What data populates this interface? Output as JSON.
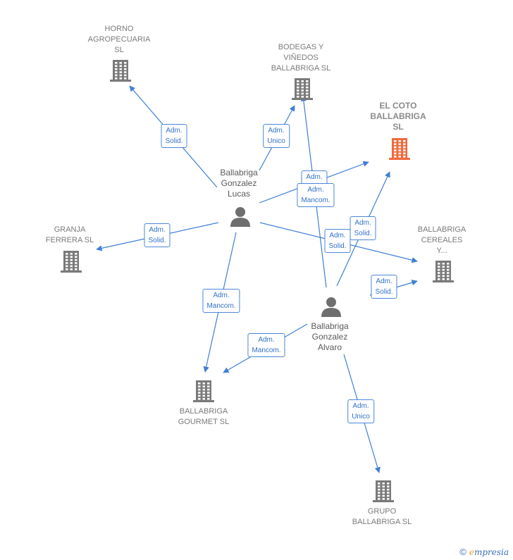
{
  "colors": {
    "edge": "#3f7fd6",
    "building": "#7a7a7a",
    "building_focus": "#f06a3c",
    "person": "#6e6e6e"
  },
  "companies": [
    {
      "id": "horno",
      "lines": [
        "HORNO",
        "AGROPECUARIA",
        "SL"
      ],
      "focus": false
    },
    {
      "id": "bodegas",
      "lines": [
        "BODEGAS Y",
        "VIÑEDOS",
        "BALLABRIGA SL"
      ],
      "focus": false
    },
    {
      "id": "coto",
      "lines": [
        "EL COTO",
        "BALLABRIGA",
        "SL"
      ],
      "focus": true
    },
    {
      "id": "granja",
      "lines": [
        "GRANJA",
        "FERRERA  SL"
      ],
      "focus": false
    },
    {
      "id": "cereales",
      "lines": [
        "BALLABRIGA",
        "CEREALES",
        "Y..."
      ],
      "focus": false
    },
    {
      "id": "gourmet",
      "lines": [
        "BALLABRIGA",
        "GOURMET SL"
      ],
      "focus": false
    },
    {
      "id": "grupo",
      "lines": [
        "GRUPO",
        "BALLABRIGA SL"
      ],
      "focus": false
    }
  ],
  "persons": [
    {
      "id": "lucas",
      "lines": [
        "Ballabriga",
        "Gonzalez",
        "Lucas"
      ]
    },
    {
      "id": "alvaro",
      "lines": [
        "Ballabriga",
        "Gonzalez",
        "Alvaro"
      ]
    }
  ],
  "relations": [
    {
      "from": "lucas",
      "to": "horno",
      "lines": [
        "Adm.",
        "Solid."
      ]
    },
    {
      "from": "lucas",
      "to": "bodegas",
      "lines": [
        "Adm.",
        "Unico"
      ]
    },
    {
      "from": "lucas",
      "to": "coto",
      "lines": [
        "Adm.",
        "Solid."
      ]
    },
    {
      "from": "lucas",
      "to": "granja",
      "lines": [
        "Adm.",
        "Solid."
      ]
    },
    {
      "from": "lucas",
      "to": "cereales",
      "lines": [
        "Adm.",
        "Solid."
      ]
    },
    {
      "from": "lucas",
      "to": "gourmet",
      "lines": [
        "Adm.",
        "Mancom."
      ]
    },
    {
      "from": "alvaro",
      "to": "bodegas",
      "lines": [
        "Adm.",
        "Mancom."
      ]
    },
    {
      "from": "alvaro",
      "to": "coto",
      "lines": [
        "Adm.",
        "Solid."
      ]
    },
    {
      "from": "alvaro",
      "to": "cereales",
      "lines": [
        "Adm.",
        "Solid."
      ]
    },
    {
      "from": "alvaro",
      "to": "gourmet",
      "lines": [
        "Adm.",
        "Mancom."
      ]
    },
    {
      "from": "alvaro",
      "to": "grupo",
      "lines": [
        "Adm.",
        "Unico"
      ]
    }
  ],
  "footer": {
    "copyright": "©",
    "brand_initial": "e",
    "brand_rest": "mpresia"
  }
}
